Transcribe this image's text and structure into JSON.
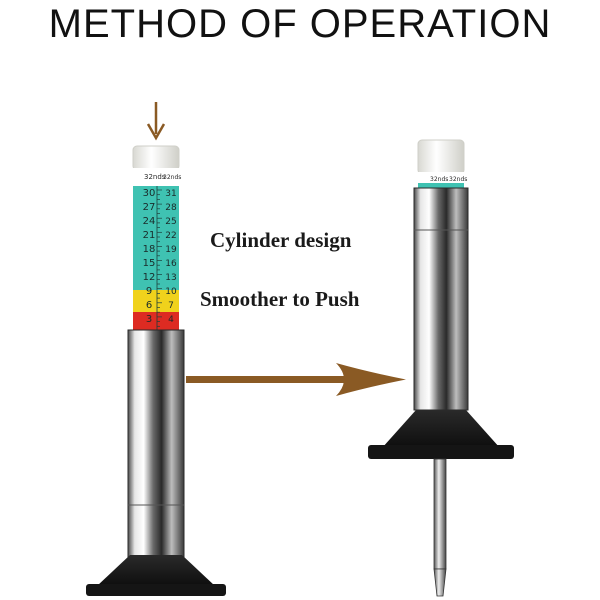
{
  "title": "METHOD OF OPERATION",
  "captions": [
    "Cylinder design",
    "Smoother to Push"
  ],
  "gauge_left": {
    "unit_label": "32nds",
    "scale_left": [
      "30",
      "27",
      "24",
      "21",
      "18",
      "15",
      "12",
      "9",
      "6",
      "3"
    ],
    "scale_right": [
      "31",
      "28",
      "25",
      "22",
      "19",
      "16",
      "13",
      "10",
      "7",
      "4"
    ]
  },
  "gauge_right": {
    "unit_label": "32nds"
  },
  "colors": {
    "teal": "#3fc2b2",
    "yellow": "#f0d21c",
    "red": "#dd2b22",
    "arrow": "#8a5a24",
    "base": "#1b1b1b",
    "cap": "#f1f1ec"
  },
  "icons": [
    "down-arrow-icon",
    "right-arrow-icon"
  ]
}
